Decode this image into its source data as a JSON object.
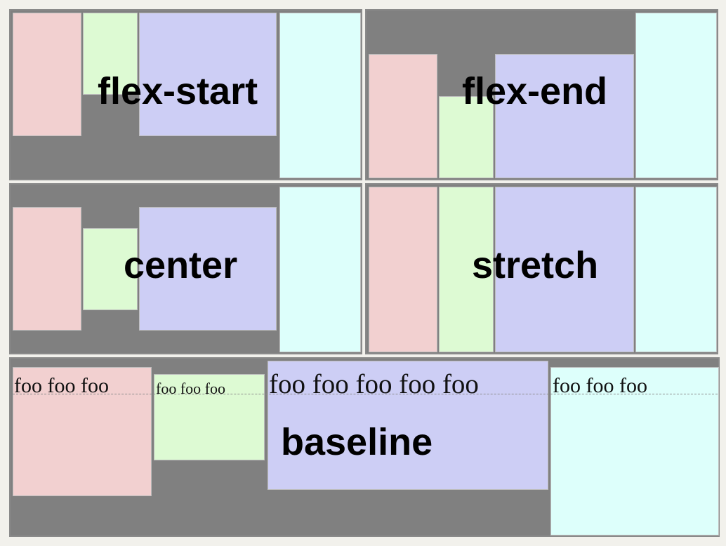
{
  "colors": {
    "container": "#808080",
    "item_red": "#f2d0d0",
    "item_green": "#ddfad3",
    "item_blue": "#cdcef5",
    "item_cyan": "#ddfffb"
  },
  "panels": [
    {
      "label": "flex-start"
    },
    {
      "label": "flex-end"
    },
    {
      "label": "center"
    },
    {
      "label": "stretch"
    },
    {
      "label": "baseline"
    }
  ],
  "baseline_texts": [
    "foo foo foo",
    "foo foo foo",
    "foo foo foo foo foo",
    "foo foo foo"
  ]
}
